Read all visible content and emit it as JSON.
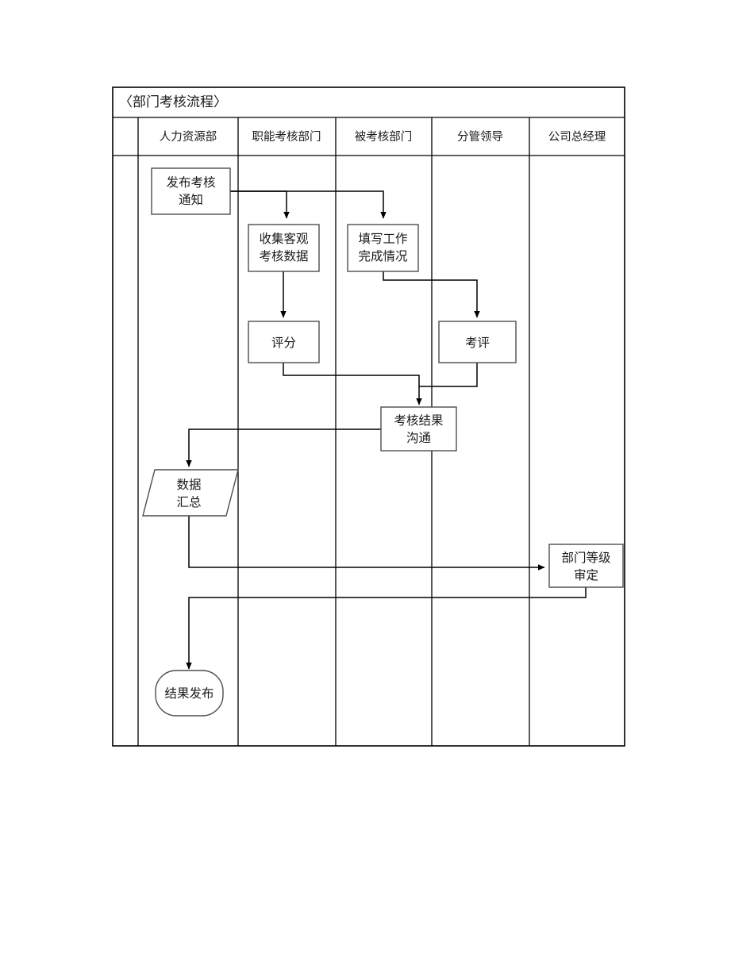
{
  "diagram": {
    "title": "〈部门考核流程〉",
    "type": "cross-functional-flowchart",
    "lane_headers": [
      "人力资源部",
      "职能考核部门",
      "被考核部门",
      "分管领导",
      "公司总经理"
    ],
    "nodes": [
      {
        "id": "n1",
        "label_lines": [
          "发布考核",
          "通知"
        ],
        "shape": "process",
        "lane": "人力资源部"
      },
      {
        "id": "n2",
        "label_lines": [
          "收集客观",
          "考核数据"
        ],
        "shape": "process",
        "lane": "职能考核部门"
      },
      {
        "id": "n3",
        "label_lines": [
          "填写工作",
          "完成情况"
        ],
        "shape": "process",
        "lane": "被考核部门"
      },
      {
        "id": "n4",
        "label_lines": [
          "评分"
        ],
        "shape": "process",
        "lane": "职能考核部门"
      },
      {
        "id": "n5",
        "label_lines": [
          "考评"
        ],
        "shape": "process",
        "lane": "分管领导"
      },
      {
        "id": "n6",
        "label_lines": [
          "考核结果",
          "沟通"
        ],
        "shape": "process",
        "lane": "被考核部门"
      },
      {
        "id": "n7",
        "label_lines": [
          "数据",
          "汇总"
        ],
        "shape": "data",
        "lane": "人力资源部"
      },
      {
        "id": "n8",
        "label_lines": [
          "部门等级",
          "审定"
        ],
        "shape": "process",
        "lane": "公司总经理"
      },
      {
        "id": "n9",
        "label_lines": [
          "结果发布"
        ],
        "shape": "terminator",
        "lane": "人力资源部"
      }
    ],
    "edges": [
      {
        "from": "n1",
        "to": "n2"
      },
      {
        "from": "n1",
        "to": "n3"
      },
      {
        "from": "n2",
        "to": "n4"
      },
      {
        "from": "n3",
        "to": "n5"
      },
      {
        "from": "n4",
        "to": "n6"
      },
      {
        "from": "n5",
        "to": "n6"
      },
      {
        "from": "n6",
        "to": "n7"
      },
      {
        "from": "n7",
        "to": "n8"
      },
      {
        "from": "n8",
        "to": "n9"
      }
    ],
    "colors": {
      "background": "#ffffff",
      "line": "#000000",
      "node_stroke": "#4d4d4d",
      "node_fill": "#ffffff",
      "text": "#1a1a1a"
    }
  }
}
